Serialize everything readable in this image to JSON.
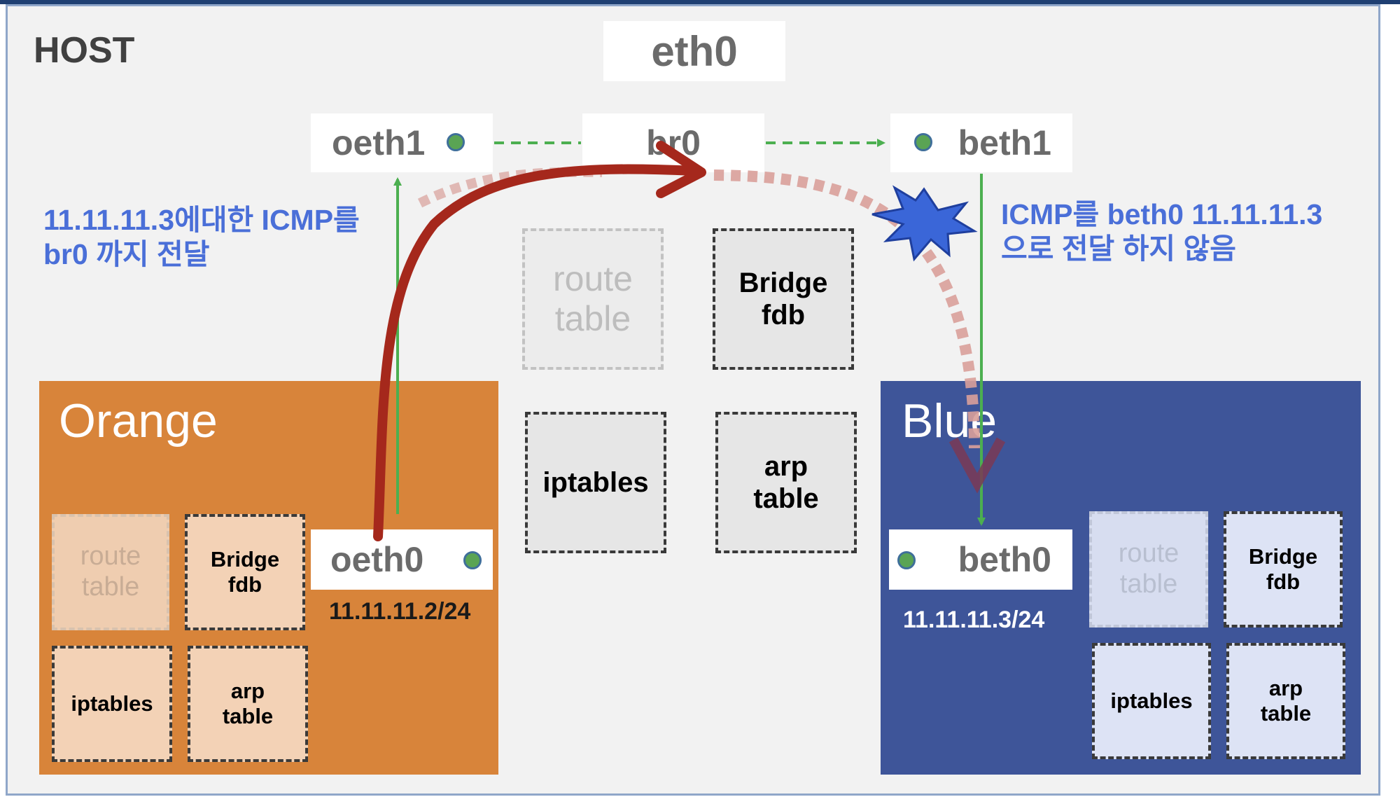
{
  "host": {
    "label": "HOST"
  },
  "eth0": {
    "label": "eth0"
  },
  "interfaces": {
    "oeth1": "oeth1",
    "br0": "br0",
    "beth1": "beth1",
    "oeth0": "oeth0",
    "beth0": "beth0"
  },
  "host_tables": {
    "route": "route\ntable",
    "bridge": "Bridge\nfdb",
    "iptables": "iptables",
    "arp": "arp\ntable"
  },
  "orange": {
    "title": "Orange",
    "ip": "11.11.11.2/24",
    "route": "route\ntable",
    "bridge": "Bridge\nfdb",
    "iptables": "iptables",
    "arp": "arp\ntable"
  },
  "blue": {
    "title": "Blue",
    "ip": "11.11.11.3/24",
    "route": "route\ntable",
    "bridge": "Bridge\nfdb",
    "iptables": "iptables",
    "arp": "arp\ntable"
  },
  "notes": {
    "left": "11.11.11.3에대한 ICMP를\n br0 까지 전달",
    "right": "ICMP를  beth0 11.11.11.3\n으로 전달 하지 않음"
  },
  "colors": {
    "orange_ns": "#d8843a",
    "blue_ns": "#3e5599",
    "green_link": "#4caf50",
    "red_arrow": "#a5281c",
    "note_text": "#4a6fd8"
  }
}
